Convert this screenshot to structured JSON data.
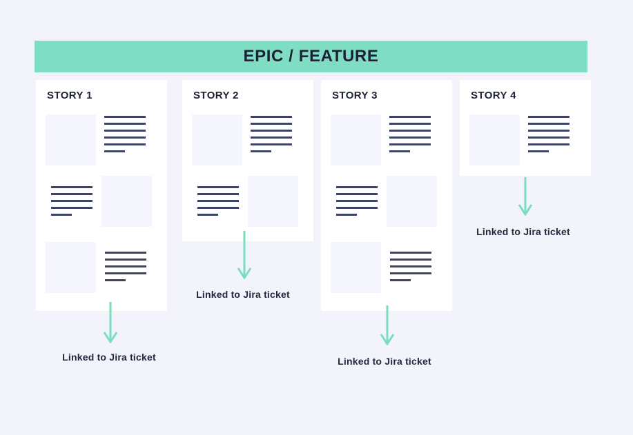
{
  "header": {
    "title": "EPIC / FEATURE"
  },
  "stories": [
    {
      "title": "STORY 1",
      "link_label": "Linked to Jira ticket",
      "rows": [
        {
          "pos": "a",
          "image": "left",
          "lines": 6
        },
        {
          "pos": "b",
          "image": "right",
          "lines": 5
        },
        {
          "pos": "c",
          "image": "left",
          "lines": 5
        }
      ]
    },
    {
      "title": "STORY 2",
      "link_label": "Linked to Jira ticket",
      "rows": [
        {
          "pos": "a",
          "image": "left",
          "lines": 6
        },
        {
          "pos": "b",
          "image": "right",
          "lines": 5
        }
      ]
    },
    {
      "title": "STORY 3",
      "link_label": "Linked to Jira ticket",
      "rows": [
        {
          "pos": "a",
          "image": "left",
          "lines": 6
        },
        {
          "pos": "b",
          "image": "right",
          "lines": 5
        },
        {
          "pos": "c",
          "image": "left",
          "lines": 5
        }
      ]
    },
    {
      "title": "STORY 4",
      "link_label": "Linked to Jira ticket",
      "rows": [
        {
          "pos": "a",
          "image": "left",
          "lines": 6
        }
      ]
    }
  ],
  "colors": {
    "page_bg": "#f2f3fb",
    "accent_green": "#7eddc3",
    "arrow_green": "#79dec0",
    "card_bg": "#ffffff",
    "placeholder_fill": "#f4f5fd",
    "text_line": "#3d4462",
    "heading_text": "#1d2134",
    "label_text": "#23283c"
  }
}
